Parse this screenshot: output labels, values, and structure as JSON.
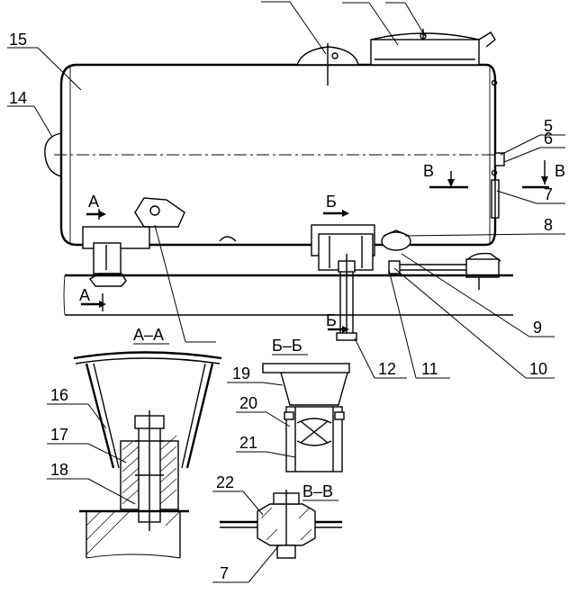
{
  "callouts": {
    "c5": "5",
    "c6": "6",
    "c7": "7",
    "c8": "8",
    "c9": "9",
    "c10": "10",
    "c11": "11",
    "c12": "12",
    "c14": "14",
    "c15": "15",
    "c16": "16",
    "c17": "17",
    "c18": "18",
    "c19": "19",
    "c20": "20",
    "c21": "21",
    "c22": "22",
    "c7b": "7"
  },
  "section_marks": {
    "a_top": "A",
    "a_bottom": "A",
    "b_top": "Б",
    "b_bottom": "Б",
    "v_left": "В",
    "v_right": "В"
  },
  "section_titles": {
    "aa": "А–А",
    "bb": "Б–Б",
    "vv": "В–В"
  }
}
